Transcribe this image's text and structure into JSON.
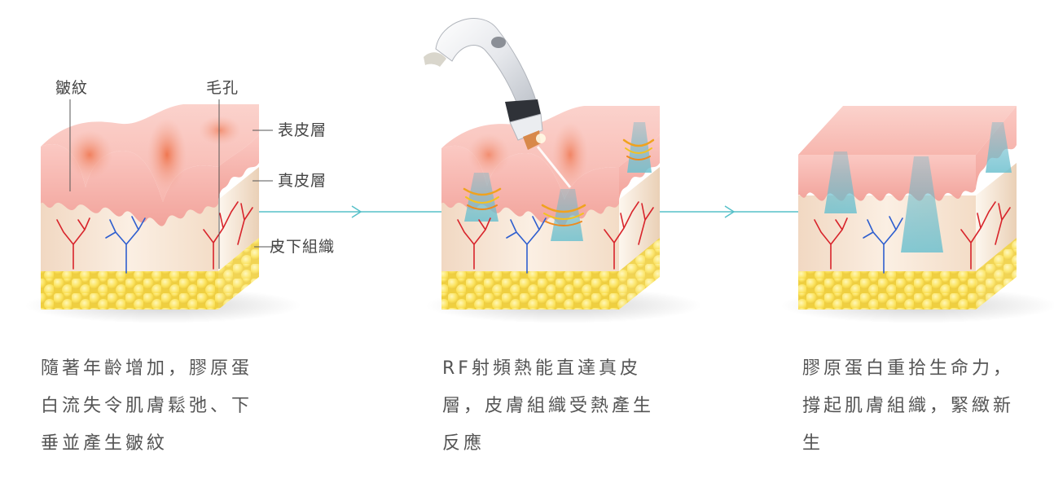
{
  "labels": {
    "wrinkle": "皺紋",
    "pore": "毛孔",
    "epidermis": "表皮層",
    "dermis": "真皮層",
    "subcutaneous": "皮下組織"
  },
  "captions": [
    {
      "lines": [
        "隨著年齡增加，膠原蛋",
        "白流失令肌膚鬆弛、下",
        "垂並產生皺紋"
      ]
    },
    {
      "lines": [
        "RF射頻熱能直達真皮",
        "層，皮膚組織受熱產生",
        "反應"
      ]
    },
    {
      "lines": [
        "膠原蛋白重拾生命力，",
        "撐起肌膚組織，緊緻新",
        "生"
      ]
    }
  ],
  "colors": {
    "epidermis_top": "#f7c5c0",
    "epidermis_deep": "#ee7a55",
    "dermis": "#f7e6d2",
    "fat": "#f9de55",
    "arrow": "#56c0c9",
    "vein_red": "#d8242b",
    "vein_blue": "#2f5fcf",
    "collagen": "#7fc7d6"
  }
}
